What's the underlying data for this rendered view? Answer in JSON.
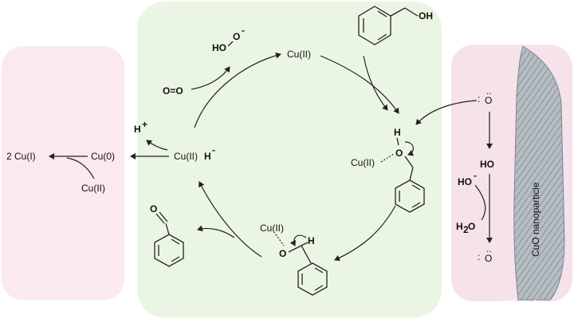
{
  "colors": {
    "left_panel": "#fbe9f0",
    "center_panel": "#eaf6e3",
    "right_panel": "#f6e2ea",
    "surface": "#9aa3ab"
  },
  "labels": {
    "cu2_top": "Cu(II)",
    "hooh_ho": "HO",
    "hooh_o": "O",
    "hooh_minus": "-",
    "o2": "O=O",
    "oh_benzyl": "OH",
    "hplus_h": "H",
    "hplus_sign": "+",
    "cu2h_cu": "Cu(II)",
    "cu2h_h": "H",
    "cu2h_minus": "-",
    "h_adduct": "H",
    "o_adduct": "O",
    "cu2_adduct": "Cu(II)",
    "cu2_alkox": "Cu(II)",
    "o_alkox": "O",
    "h_alkox": "H",
    "ald_o": "O",
    "left_2cu1": "2 Cu(I)",
    "left_cu0": "Cu(0)",
    "left_cu2": "Cu(II)",
    "right_o_top": "O",
    "right_ho": "HO",
    "right_hominus_ho": "HO",
    "right_hominus_minus": "-",
    "right_h2o": "H",
    "right_h2o_sub": "2",
    "right_h2o_o": "O",
    "right_o_bottom": "O",
    "nanoparticle": "CuO nanoparticle",
    "watermark": "知乎用户"
  }
}
